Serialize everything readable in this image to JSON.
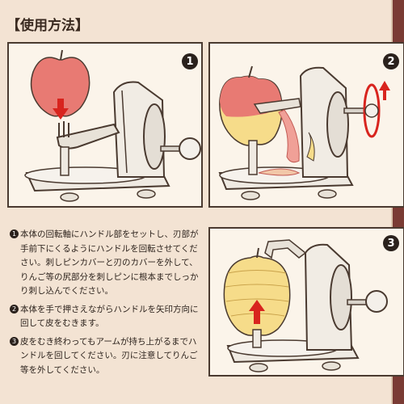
{
  "heading": "【使用方法】",
  "steps": [
    {
      "number": "1"
    },
    {
      "number": "2"
    },
    {
      "number": "3"
    }
  ],
  "instructions": [
    {
      "bullet": "1",
      "text": "本体の回転軸にハンドル部をセットし、刃部が手前下にくるようにハンドルを回転させてください。刺しピンカバーと刃のカバーを外して、りんご等の尻部分を刺しピンに根本までしっかり刺し込んでください。"
    },
    {
      "bullet": "2",
      "text": "本体を手で押さえながらハンドルを矢印方向に回して皮をむきます。"
    },
    {
      "bullet": "3",
      "text": "皮をむき終わってもアームが持ち上がるまでハンドルを回してください。刃に注意してりんご等を外してください。"
    }
  ],
  "colors": {
    "sheet": "#f3e3d3",
    "panel": "#fbf4ea",
    "apple_red": "#e87a73",
    "peeled_yellow": "#f6dc8a",
    "arrow_red": "#d8241e",
    "outline": "#4a3a30"
  }
}
